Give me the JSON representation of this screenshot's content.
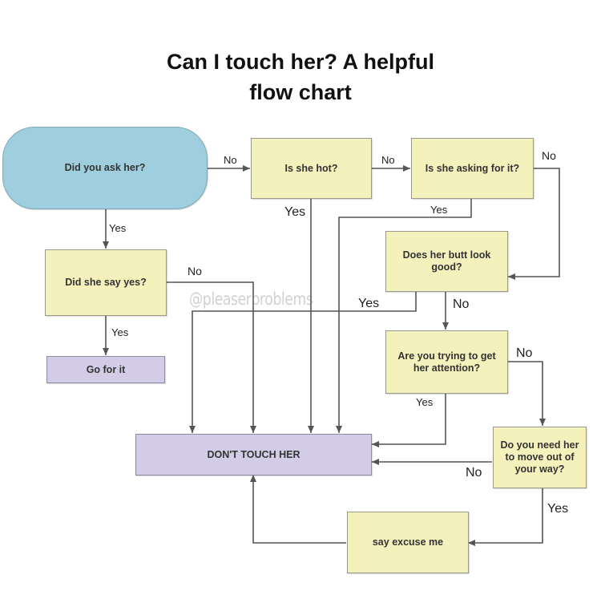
{
  "title": {
    "line1": "Can I touch her? A helpful",
    "line2": "flow chart"
  },
  "watermark": "@pleaserproblems",
  "nodes": {
    "did_you_ask": "Did you ask her?",
    "is_she_hot": "Is she hot?",
    "asking_for_it": "Is she asking for it?",
    "did_she_say_yes": "Did she say yes?",
    "butt": "Does her butt look good?",
    "attention": "Are you trying to get her attention?",
    "go_for_it": "Go for it",
    "dont_touch": "DON'T TOUCH HER",
    "move_out": "Do you need her to move out of your way?",
    "excuse_me": "say excuse me"
  },
  "labels": {
    "ask_no": "No",
    "ask_yes": "Yes",
    "hot_no": "No",
    "hot_yes": "Yes",
    "asking_no": "No",
    "asking_yes": "Yes",
    "sayyes_no": "No",
    "sayyes_yes": "Yes",
    "butt_yes": "Yes",
    "butt_no": "No",
    "attention_no": "No",
    "attention_yes": "Yes",
    "move_no": "No",
    "move_yes": "Yes"
  },
  "colors": {
    "start": "#9fcfdf",
    "decision": "#f4f1bd",
    "outcome": "#d2cce6",
    "connector": "#555555"
  }
}
